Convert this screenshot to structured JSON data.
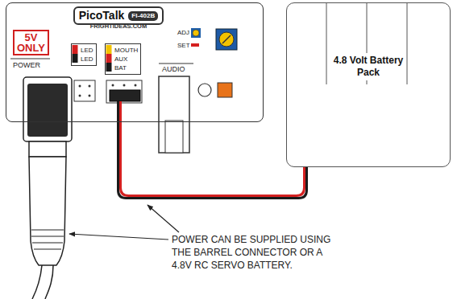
{
  "diagram": {
    "nodes": [
      {
        "text": [
          "FRIGHTIDEAS.COM"
        ]
      },
      {
        "text": [
          "PicoTalk"
        ],
        "in": 0
      },
      {
        "text": [
          "FI-402B"
        ],
        "in": 1
      },
      {
        "text": [
          "5V ONLY"
        ],
        "in": 0
      },
      {
        "text": [
          "LED",
          "LED"
        ],
        "in": 0
      },
      {
        "text": [
          "MOUTH",
          "AUX",
          "BAT"
        ],
        "in": 0
      },
      {
        "text": [
          "4.8 Volt Battery Pack"
        ]
      }
    ],
    "edges": [
      {
        "from": 0,
        "to": 6,
        "arrow": "none"
      }
    ],
    "labels": [
      "POWER",
      "ADJ",
      "SET",
      "AUDIO",
      "POWER CAN BE SUPPLIED USING THE BARREL CONNECTOR OR A 4.8V RC SERVO BATTERY."
    ]
  }
}
